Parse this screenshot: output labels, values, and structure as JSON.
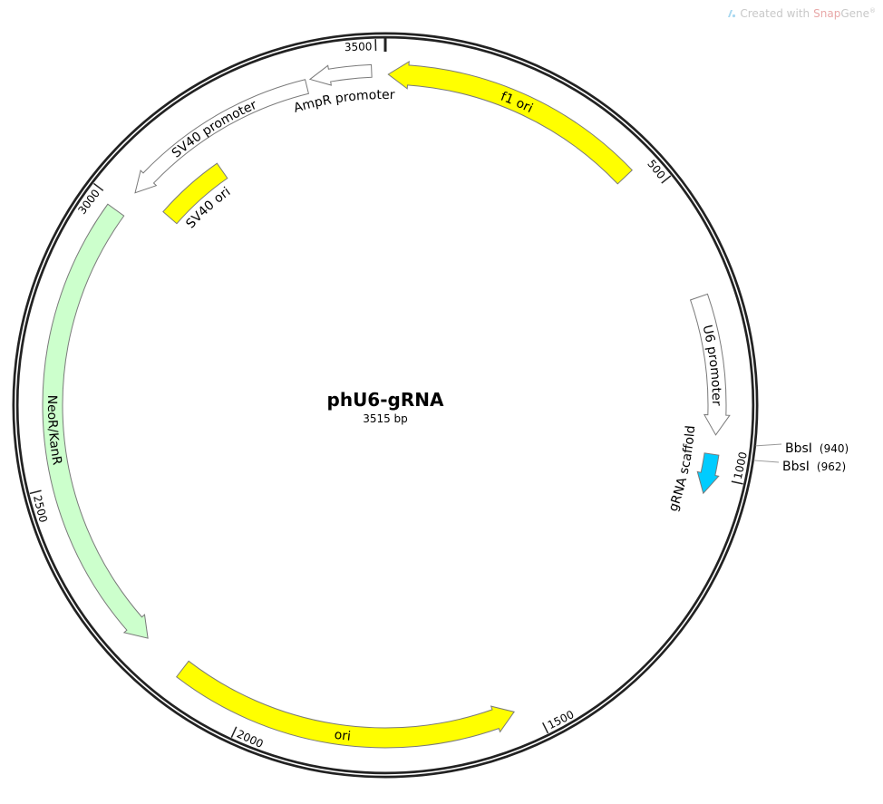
{
  "watermark": {
    "prefix": "Created with",
    "brand_a": "Snap",
    "brand_b": "Gene",
    "reg": "®",
    "icon": "snapgene-logo-icon"
  },
  "plasmid": {
    "name": "phU6-gRNA",
    "length_label": "3515 bp",
    "length": 3515
  },
  "ticks": [
    500,
    1000,
    1500,
    2000,
    2500,
    3000,
    3500
  ],
  "features": [
    {
      "name": "f1 ori",
      "start": 5,
      "end": 453,
      "direction": "reverse",
      "color": "#ffff00"
    },
    {
      "name": "AmpR promoter",
      "start": 3388,
      "end": 3492,
      "direction": "reverse",
      "color": "#ffffff"
    },
    {
      "name": "SV40 promoter",
      "start": 3030,
      "end": 3380,
      "direction": "reverse",
      "color": "#ffffff"
    },
    {
      "name": "SV40 ori",
      "start": 3037,
      "end": 3175,
      "direction": "none",
      "color": "#ffff00"
    },
    {
      "name": "NeoR/KanR",
      "start": 2202,
      "end": 2987,
      "direction": "reverse",
      "color": "#ccffcc"
    },
    {
      "name": "ori",
      "start": 1535,
      "end": 2124,
      "direction": "reverse",
      "color": "#ffff00"
    },
    {
      "name": "U6 promoter",
      "start": 693,
      "end": 929,
      "direction": "forward",
      "color": "#ffffff"
    },
    {
      "name": "gRNA scaffold",
      "start": 962,
      "end": 1030,
      "direction": "forward",
      "color": "#00ccff"
    }
  ],
  "enzymes": [
    {
      "name": "BbsI",
      "position": 940,
      "position_label": "(940)"
    },
    {
      "name": "BbsI",
      "position": 962,
      "position_label": "(962)"
    }
  ]
}
